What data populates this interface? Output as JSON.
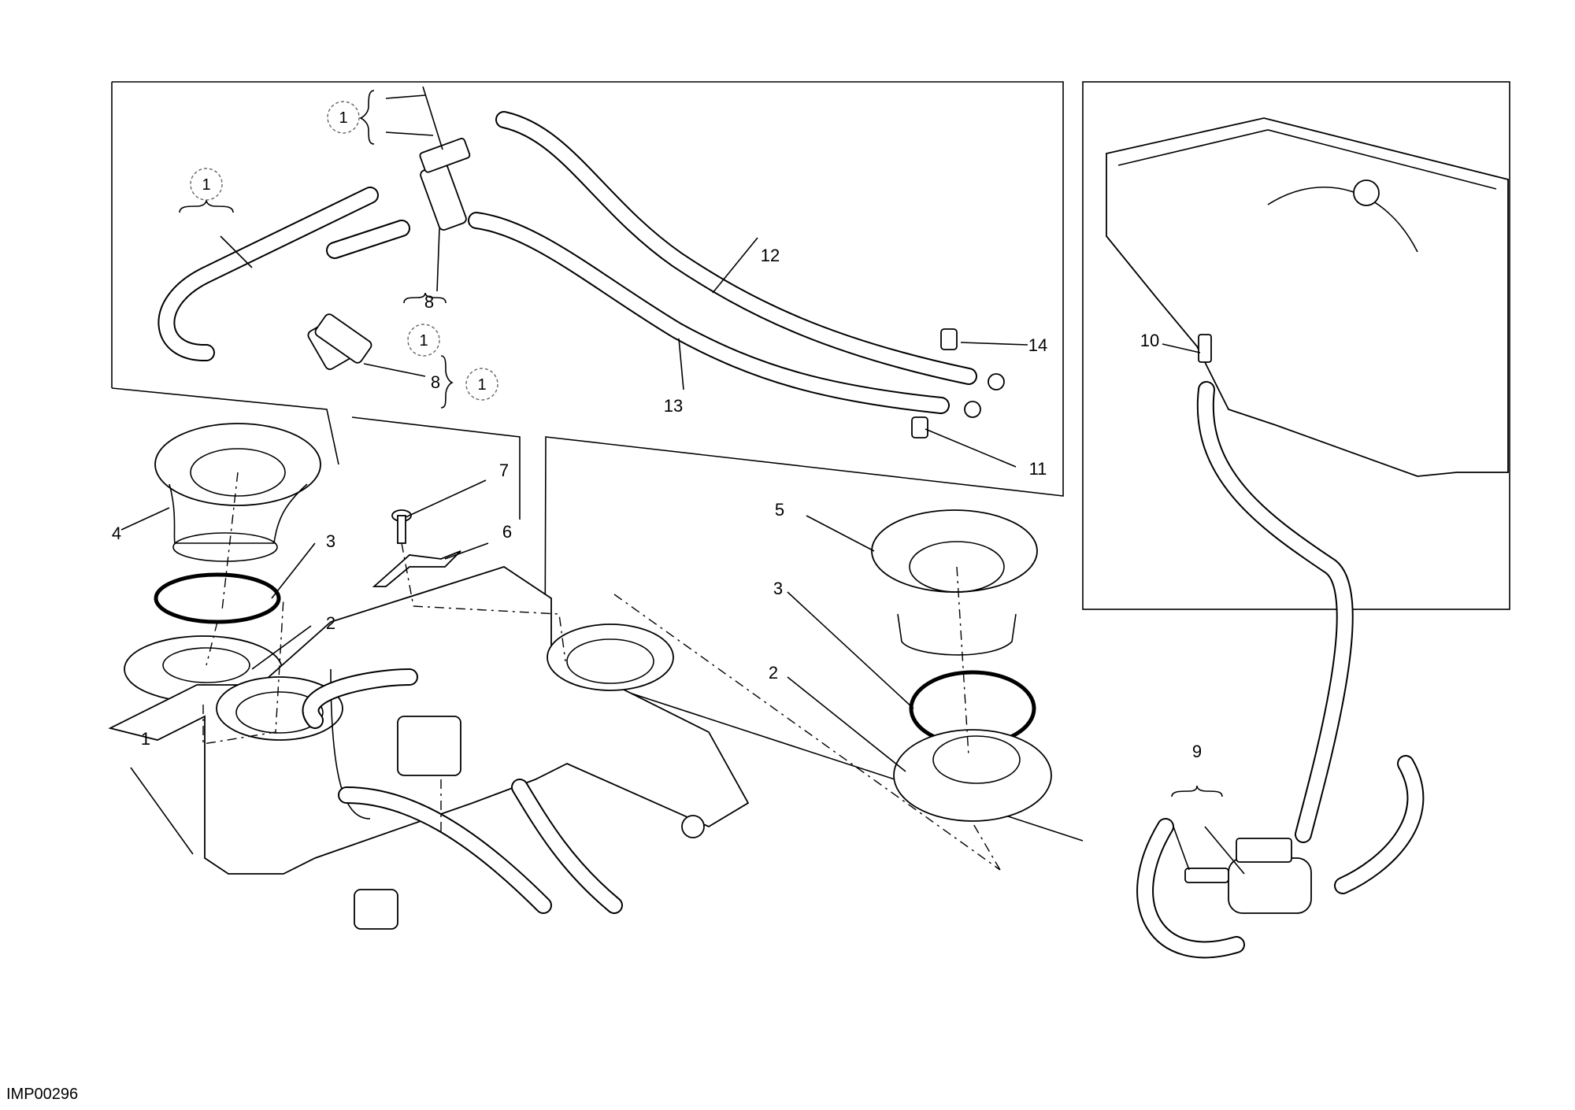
{
  "diagram": {
    "reference_code": "IMP00296",
    "callouts": [
      "1",
      "2",
      "3",
      "4",
      "5",
      "6",
      "7",
      "8",
      "9",
      "10",
      "11",
      "12",
      "13",
      "14"
    ],
    "detail_ref": "1"
  }
}
